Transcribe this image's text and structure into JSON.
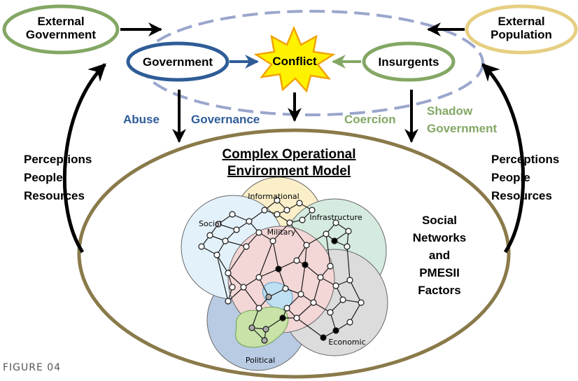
{
  "nodes": {
    "external_government": [
      "External",
      "Government"
    ],
    "external_population": [
      "External",
      "Population"
    ],
    "government": "Government",
    "conflict": "Conflict",
    "insurgents": "Insurgents"
  },
  "flows": {
    "abuse": "Abuse",
    "governance": "Governance",
    "coercion": "Coercion",
    "shadow_government": [
      "Shadow",
      "Government"
    ]
  },
  "side_labels": {
    "left": [
      "Perceptions",
      "People",
      "Resources"
    ],
    "right": [
      "Perceptions",
      "People",
      "Resources"
    ]
  },
  "model": {
    "title": [
      "Complex Operational",
      "Environment Model"
    ],
    "factors": [
      "Social",
      "Networks",
      "and",
      "PMESII",
      "Factors"
    ]
  },
  "pmesii": {
    "informational": "Informational",
    "social": "Social",
    "military": "Military",
    "infrastructure": "Infrastructure",
    "economic": "Economic",
    "political": "Political"
  },
  "figure_caption": "FIGURE 04",
  "colors": {
    "blue": "#2e5c97",
    "green": "#83a764",
    "gold": "#e6cf82",
    "olive": "#8a7a4a",
    "dashed": "#9aa6cc",
    "burst_fill": "#fff200",
    "burst_stroke": "#f2a300",
    "informational_fill": "#fbefc9",
    "social_fill": "#e3f1fa",
    "military_fill": "#f3d6d6",
    "infrastructure_fill": "#d5ebdf",
    "economic_fill": "#dcdcdc",
    "political_fill": "#b8cbe3",
    "political_blob": "#c8e2a8",
    "small_blob": "#bfe0f2"
  }
}
